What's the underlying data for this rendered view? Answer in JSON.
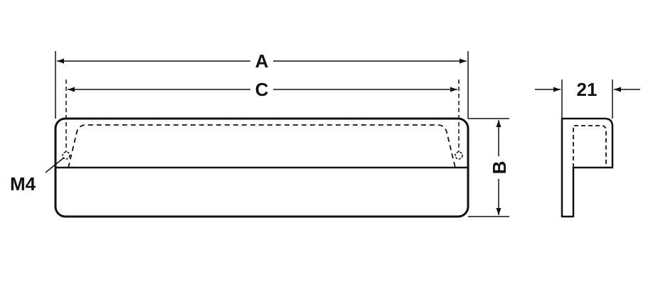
{
  "labels": {
    "dim_a": "A",
    "dim_c": "C",
    "dim_b": "B",
    "dim_depth": "21",
    "thread": "M4"
  }
}
